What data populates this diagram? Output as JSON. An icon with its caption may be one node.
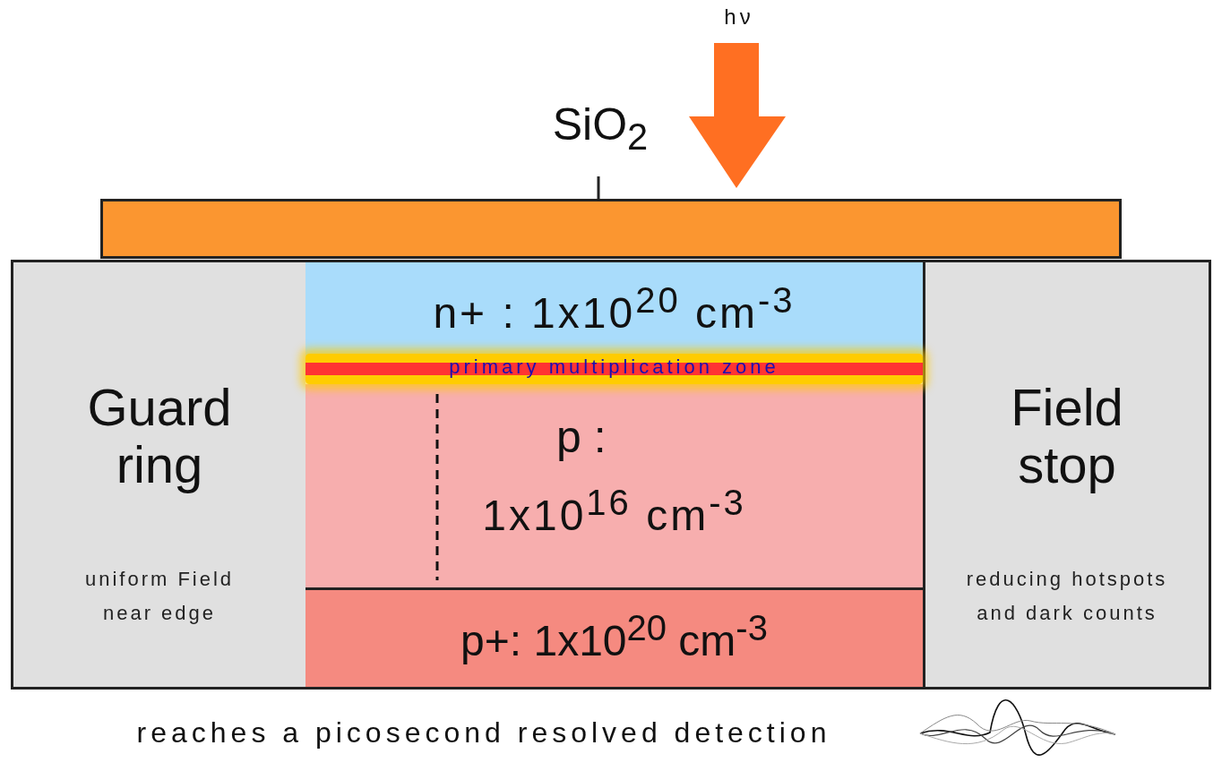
{
  "diagram": {
    "nodes": [
      {
        "text": [
          "SiO$_{2}$"
        ]
      },
      {
        "text": [],
        "shape": "box"
      },
      {
        "text": [
          "Guard ring",
          "uniform Field near edge"
        ]
      },
      {
        "text": [
          "n+ : 1x10$^{20}$ cm$^{-3}$"
        ]
      },
      {
        "text": [
          "primary multiplication zone"
        ]
      },
      {
        "text": [
          "p :",
          "1x10$^{16}$ cm$^{-3}$"
        ]
      },
      {
        "text": [
          "p+: 1x10$^{20}$ cm$^{-3}$"
        ]
      },
      {
        "text": [
          "Field stop",
          "reducing hotspots and dark counts"
        ]
      }
    ],
    "edges": [
      {
        "from": 0,
        "to": 1,
        "arrow": "none"
      }
    ],
    "labels": [
      "hν",
      "reaches a picosecond resolved detection"
    ]
  }
}
